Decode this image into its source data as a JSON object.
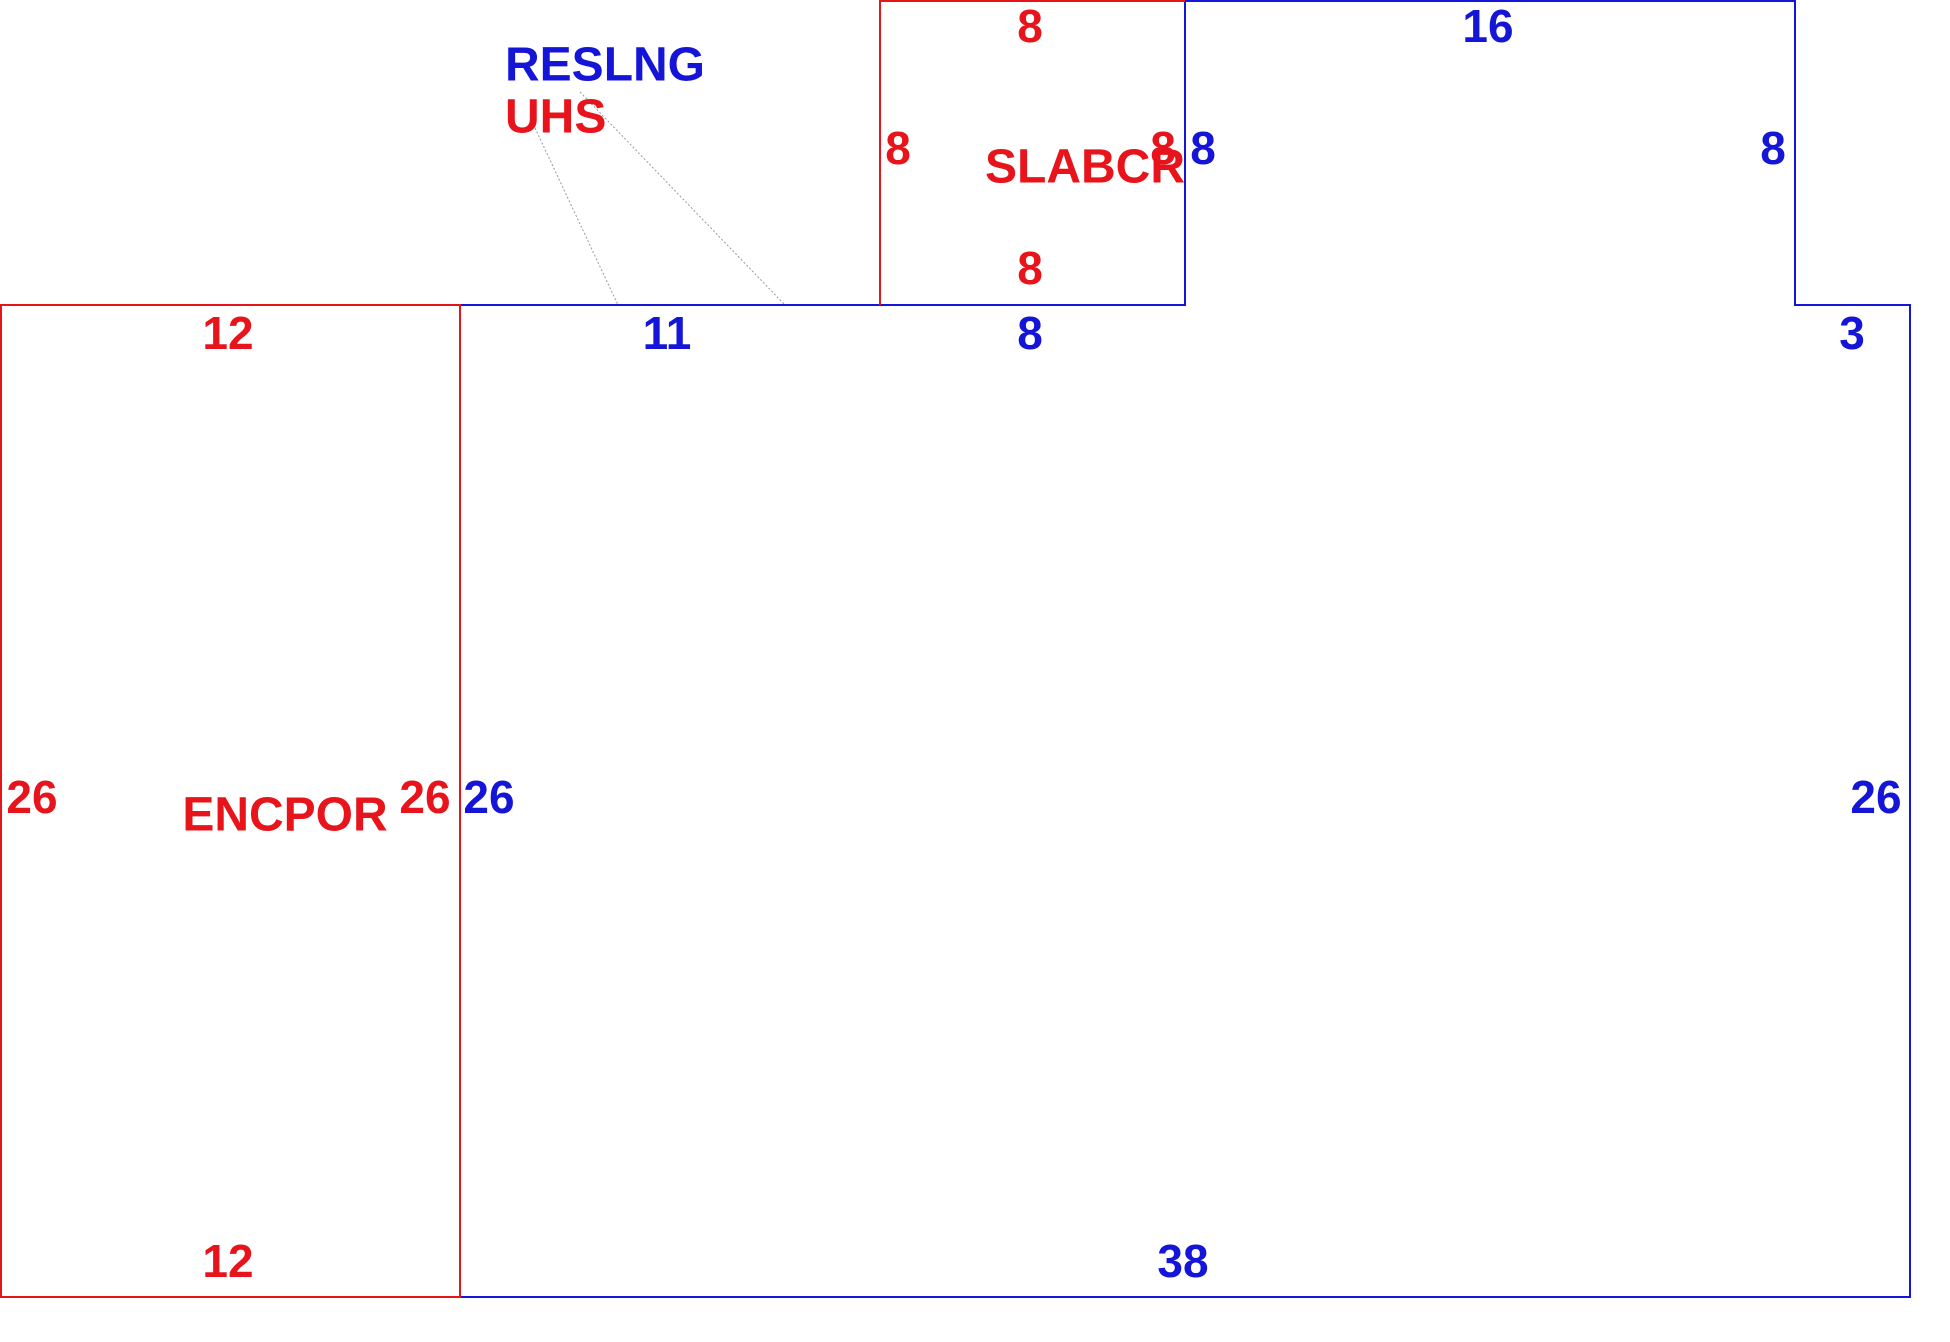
{
  "colors": {
    "red": "#e8141c",
    "blue": "#1515d8",
    "leader": "#9a9a9a",
    "background": "#ffffff"
  },
  "legend": {
    "line1": "RESLNG",
    "line2": "UHS"
  },
  "areas": {
    "encpor": {
      "label": "ENCPOR",
      "dims": {
        "top": "12",
        "bottom": "12",
        "left": "26",
        "right": "26"
      }
    },
    "slabcr": {
      "label": "SLABCR",
      "dims": {
        "top": "8",
        "bottom": "8",
        "left": "8",
        "right": "8"
      }
    },
    "main": {
      "dims": {
        "top_left": "11",
        "top_mid": "8",
        "bump_left": "8",
        "bump_top": "16",
        "bump_right": "8",
        "top_right": "3",
        "left": "26",
        "right": "26",
        "bottom": "38"
      }
    }
  }
}
